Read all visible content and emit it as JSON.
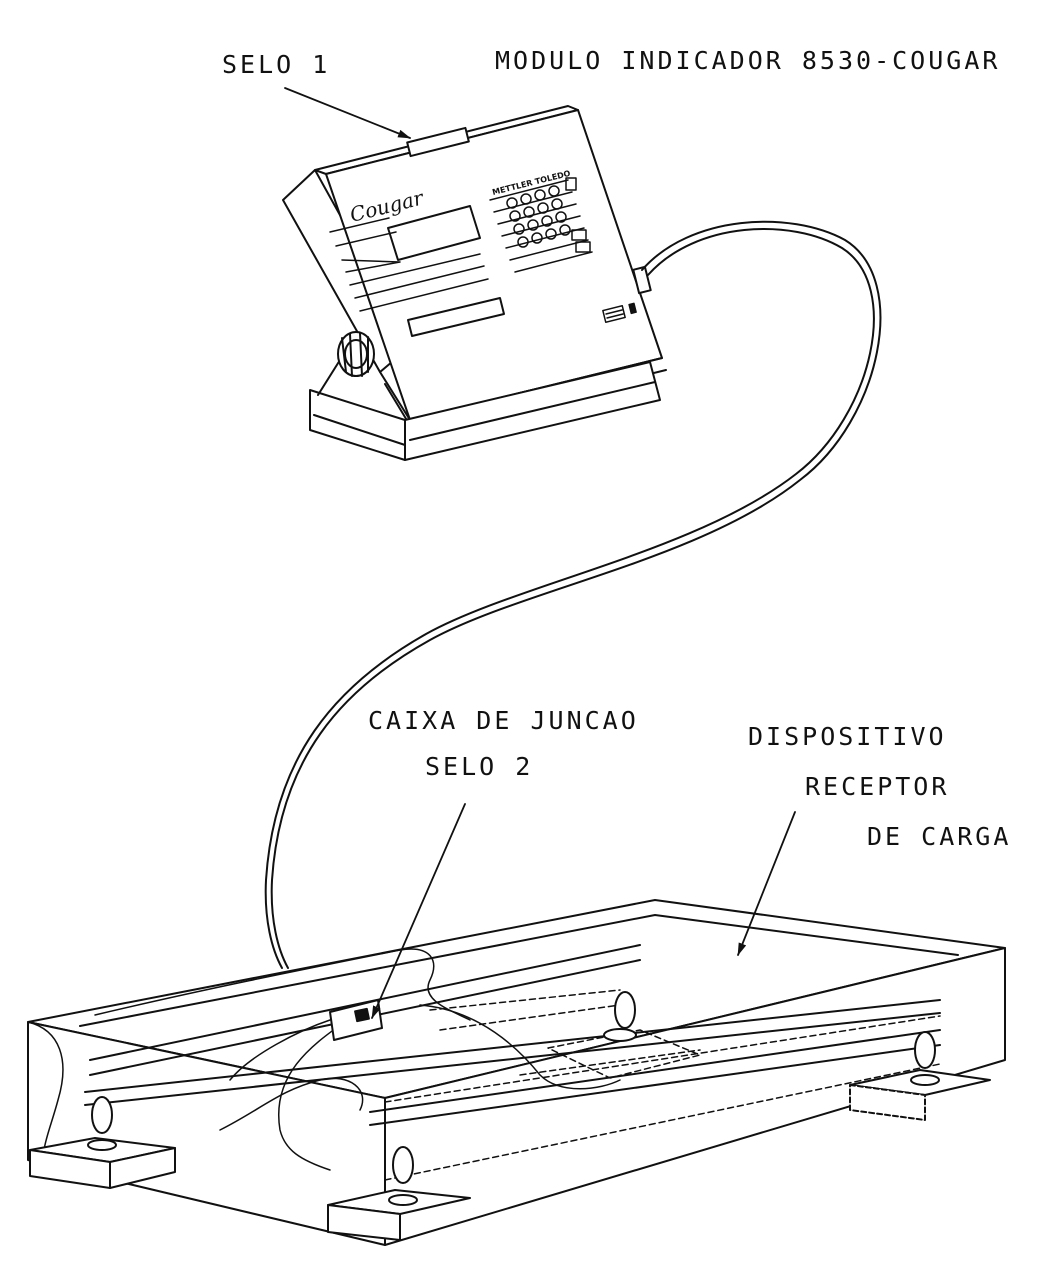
{
  "labels": {
    "selo1": "SELO 1",
    "module_title": "MODULO INDICADOR 8530-COUGAR",
    "junction_box": "CAIXA DE JUNCAO",
    "selo2": "SELO 2",
    "receiver_line1": "DISPOSITIVO",
    "receiver_line2": "RECEPTOR",
    "receiver_line3": "DE CARGA"
  },
  "indicator": {
    "brand": "Cougar",
    "maker": "METTLER TOLEDO"
  },
  "colors": {
    "ink": "#111111",
    "background": "#ffffff"
  }
}
